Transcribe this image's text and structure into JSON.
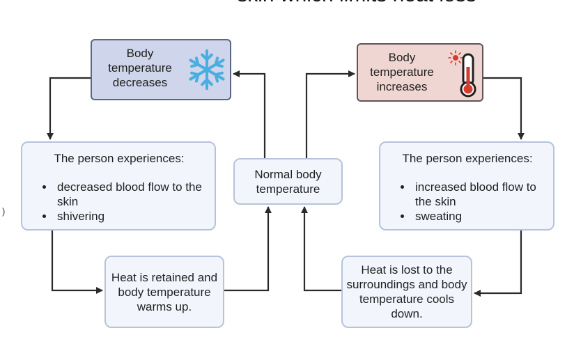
{
  "header": {
    "cutoff_title": "skin which limits heat loss",
    "edge_mark": ")"
  },
  "boxes": {
    "decrease": {
      "label": "Body temperature decreases"
    },
    "increase": {
      "label": "Body temperature increases"
    },
    "normal": {
      "label": "Normal body temperature"
    },
    "left_experience": {
      "heading": "The person experiences:",
      "items": [
        "decreased blood flow to the skin",
        "shivering"
      ]
    },
    "right_experience": {
      "heading": "The person experiences:",
      "items": [
        "increased blood flow to the skin",
        "sweating"
      ]
    },
    "retain": {
      "label": "Heat is retained and body temperature warms up."
    },
    "lost": {
      "label": "Heat is lost to the surroundings and body temperature cools down."
    }
  },
  "icons": {
    "snowflake": "snowflake-icon",
    "thermometer": "thermometer-icon"
  },
  "colors": {
    "decrease_fill": "#cfd5ea",
    "increase_fill": "#f0d6d2",
    "box_fill": "#f2f6fc",
    "box_border": "#b6c3db",
    "snowflake": "#4aaee0",
    "thermometer_red": "#d63b2f",
    "arrow": "#2a2a2a"
  }
}
